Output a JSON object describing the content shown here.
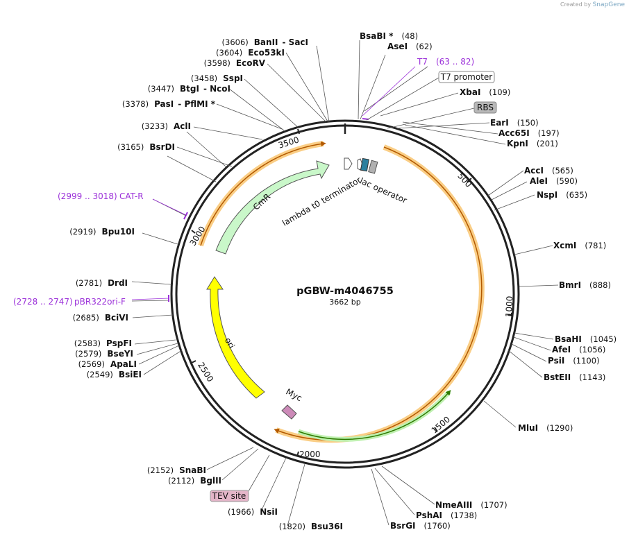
{
  "branding": {
    "prefix": "Created by",
    "name": "SnapGene"
  },
  "plasmid": {
    "name": "pGBW-m4046755",
    "length_label": "3662 bp"
  },
  "ticks": [
    "500",
    "1000",
    "1500",
    "2000",
    "2500",
    "3000",
    "3500"
  ],
  "sites_right": [
    {
      "enzyme": "BsaBI *",
      "pos": "(48)"
    },
    {
      "enzyme": "AseI",
      "pos": "(62)"
    },
    {
      "enzyme": "XbaI",
      "pos": "(109)"
    },
    {
      "enzyme": "EarI",
      "pos": "(150)"
    },
    {
      "enzyme": "Acc65I",
      "pos": "(197)"
    },
    {
      "enzyme": "KpnI",
      "pos": "(201)"
    },
    {
      "enzyme": "AccI",
      "pos": "(565)"
    },
    {
      "enzyme": "AleI",
      "pos": "(590)"
    },
    {
      "enzyme": "NspI",
      "pos": "(635)"
    },
    {
      "enzyme": "XcmI",
      "pos": "(781)"
    },
    {
      "enzyme": "BmrI",
      "pos": "(888)"
    },
    {
      "enzyme": "BsaHI",
      "pos": "(1045)"
    },
    {
      "enzyme": "AfeI",
      "pos": "(1056)"
    },
    {
      "enzyme": "PsiI",
      "pos": "(1100)"
    },
    {
      "enzyme": "BstEII",
      "pos": "(1143)"
    },
    {
      "enzyme": "MluI",
      "pos": "(1290)"
    },
    {
      "enzyme": "NmeAIII",
      "pos": "(1707)"
    },
    {
      "enzyme": "PshAI",
      "pos": "(1738)"
    },
    {
      "enzyme": "BsrGI",
      "pos": "(1760)"
    }
  ],
  "sites_left": [
    {
      "enzyme": "BanII",
      "enzyme2": "SacI",
      "pos": "(3606)"
    },
    {
      "enzyme": "Eco53kI",
      "pos": "(3604)"
    },
    {
      "enzyme": "EcoRV",
      "pos": "(3598)"
    },
    {
      "enzyme": "SspI",
      "pos": "(3458)"
    },
    {
      "enzyme": "BtgI",
      "enzyme2": "NcoI",
      "pos": "(3447)"
    },
    {
      "enzyme": "PasI",
      "enzyme2": "PflMI *",
      "pos": "(3378)"
    },
    {
      "enzyme": "AclI",
      "pos": "(3233)"
    },
    {
      "enzyme": "BsrDI",
      "pos": "(3165)"
    },
    {
      "enzyme": "Bpu10I",
      "pos": "(2919)"
    },
    {
      "enzyme": "DrdI",
      "pos": "(2781)"
    },
    {
      "enzyme": "BciVI",
      "pos": "(2685)"
    },
    {
      "enzyme": "PspFI",
      "pos": "(2583)"
    },
    {
      "enzyme": "BseYI",
      "pos": "(2579)"
    },
    {
      "enzyme": "ApaLI",
      "pos": "(2569)"
    },
    {
      "enzyme": "BsiEI",
      "pos": "(2549)"
    },
    {
      "enzyme": "SnaBI",
      "pos": "(2152)"
    },
    {
      "enzyme": "BglII",
      "pos": "(2112)"
    },
    {
      "enzyme": "NsiI",
      "pos": "(1966)"
    },
    {
      "enzyme": "Bsu36I",
      "pos": "(1820)"
    }
  ],
  "primers": [
    {
      "name": "T7",
      "range": "(63 .. 82)"
    },
    {
      "name": "CAT-R",
      "range": "(2999 .. 3018)"
    },
    {
      "name": "pBR322ori-F",
      "range": "(2728 .. 2747)"
    }
  ],
  "boxed_labels": [
    "T7 promoter",
    "RBS",
    "TEV site"
  ],
  "features": [
    "CmR",
    "lambda t0 terminator",
    "lac operator",
    "ori",
    "Myc"
  ],
  "colors": {
    "backbone": "#222222",
    "orange_feature": "#f5a623",
    "cmr_fill": "#c9f7c9",
    "ori_fill": "#ffff00",
    "primer": "#9b30d9",
    "lac_operator": "#2a7f9e",
    "rbs": "#b0b0b0",
    "myc": "#cc8ab8",
    "tev_box": "#e3b5c8"
  }
}
